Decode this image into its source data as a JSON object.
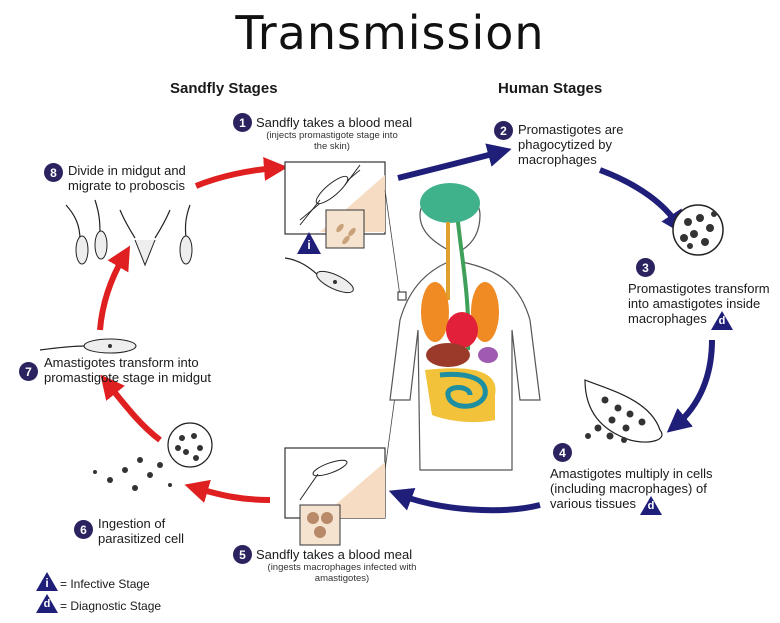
{
  "title": "Transmission",
  "sections": {
    "sandfly": "Sandfly Stages",
    "human": "Human Stages"
  },
  "steps": [
    {
      "n": "1",
      "text": "Sandfly takes a blood meal",
      "sub": "(injects promastigote stage into the skin)"
    },
    {
      "n": "2",
      "text": "Promastigotes are phagocytized by macrophages"
    },
    {
      "n": "3",
      "text": "Promastigotes transform into amastigotes inside macrophages"
    },
    {
      "n": "4",
      "text": "Amastigotes multiply in cells (including macrophages) of various tissues"
    },
    {
      "n": "5",
      "text": "Sandfly takes a blood meal",
      "sub": "(ingests macrophages infected with amastigotes)"
    },
    {
      "n": "6",
      "text": "Ingestion of parasitized cell"
    },
    {
      "n": "7",
      "text": "Amastigotes transform into promastigote stage in midgut"
    },
    {
      "n": "8",
      "text": "Divide in midgut and migrate to proboscis"
    }
  ],
  "badges": {
    "infective": "i",
    "diagnostic": "d"
  },
  "legend": {
    "infective": "= Infective Stage",
    "diagnostic": "= Diagnostic Stage"
  },
  "colors": {
    "red_arrow": "#e02020",
    "blue_arrow": "#1f1f7a",
    "step_badge": "#2a2360"
  }
}
